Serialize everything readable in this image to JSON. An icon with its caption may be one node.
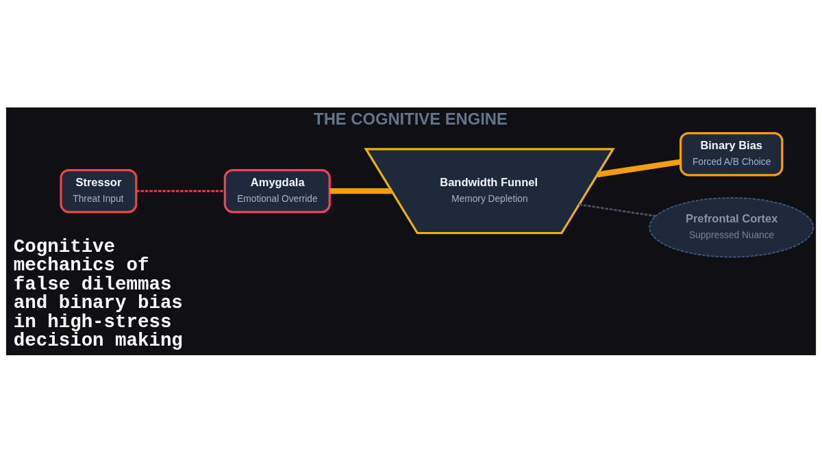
{
  "diagram": {
    "title": "THE COGNITIVE ENGINE",
    "caption": "Cognitive mechanics of false dilemmas and binary bias in high-stress decision making",
    "nodes": [
      {
        "text": [
          "Stressor",
          "Threat Input"
        ]
      },
      {
        "text": [
          "Amygdala",
          "Emotional Override"
        ]
      },
      {
        "text": [
          "Bandwidth Funnel",
          "Memory Depletion"
        ]
      },
      {
        "text": [
          "Binary Bias",
          "Forced A/B Choice"
        ]
      },
      {
        "text": [
          "Prefrontal Cortex",
          "Suppressed Nuance"
        ]
      }
    ],
    "edges": [
      {
        "from": 0,
        "to": 1,
        "arrow": "none",
        "style": "dashed",
        "color": "#ef4444"
      },
      {
        "from": 1,
        "to": 2,
        "arrow": "none",
        "style": "thick"
      },
      {
        "from": 2,
        "to": 3,
        "arrow": "none",
        "style": "thick"
      },
      {
        "from": 2,
        "to": 4,
        "arrow": "none",
        "style": "dashed",
        "color": "#475569"
      }
    ]
  }
}
